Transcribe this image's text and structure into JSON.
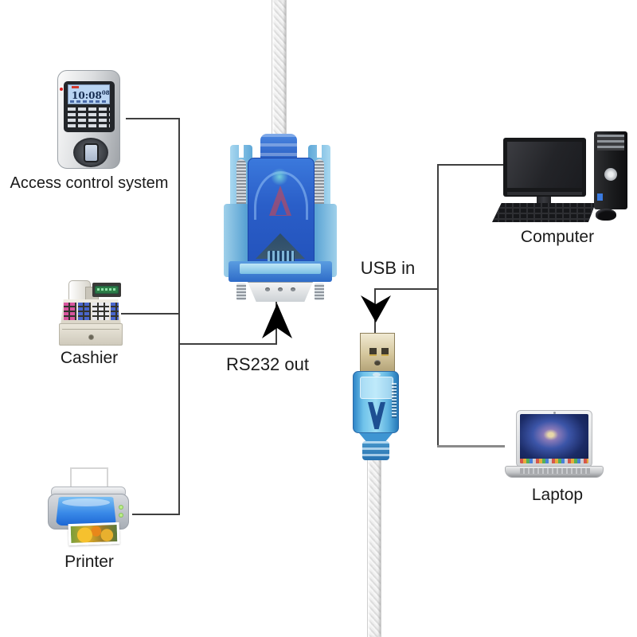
{
  "labels": {
    "access_control": "Access control system",
    "cashier": "Cashier",
    "printer": "Printer",
    "computer": "Computer",
    "laptop": "Laptop",
    "rs232_out": "RS232 out",
    "usb_in": "USB in"
  },
  "access_screen": {
    "time": "10:08",
    "seconds": "08"
  },
  "colors": {
    "line": "#3f3f3f",
    "laptop_line": "#8a8a8a",
    "arrow": "#000000",
    "label_text": "#1a1a1a",
    "connector_body_blue": "#2f6fd4",
    "connector_wing_blue": "#7fc3e8",
    "usb_housing_blue": "#3fa0dc",
    "usb_metal_gold": "#d4c69c",
    "printer_cover_blue": "#2e7de0",
    "register_key_pink": "#d8559e",
    "register_key_blue": "#4a66cc",
    "lcd_blue": "#b9d4f2",
    "register_display_green": "#2e8048"
  }
}
